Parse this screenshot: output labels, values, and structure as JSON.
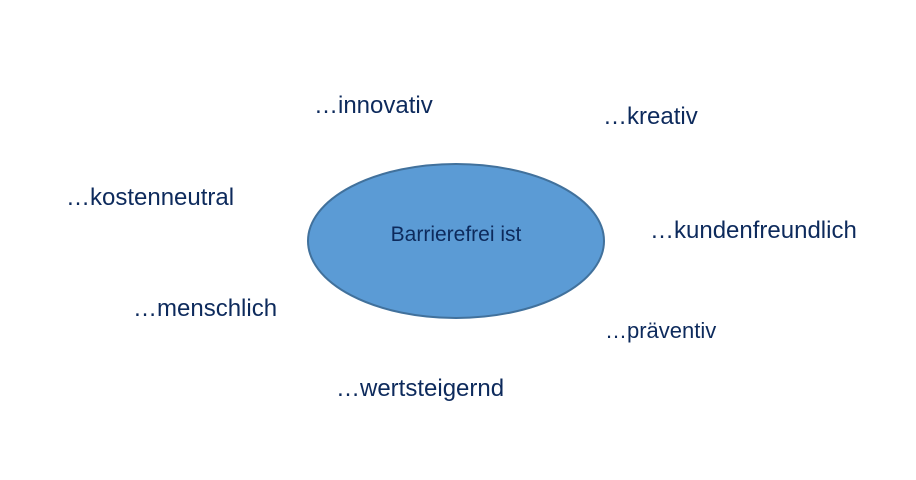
{
  "diagram": {
    "center": {
      "label": "Barrierefrei ist",
      "fill": "#5b9bd5",
      "stroke": "#41719c"
    },
    "words": [
      "…innovativ",
      "…kreativ",
      "…kostenneutral",
      "…kundenfreundlich",
      "…menschlich",
      "…präventiv",
      "…wertsteigernd"
    ],
    "text_color": "#0d2a5c"
  }
}
